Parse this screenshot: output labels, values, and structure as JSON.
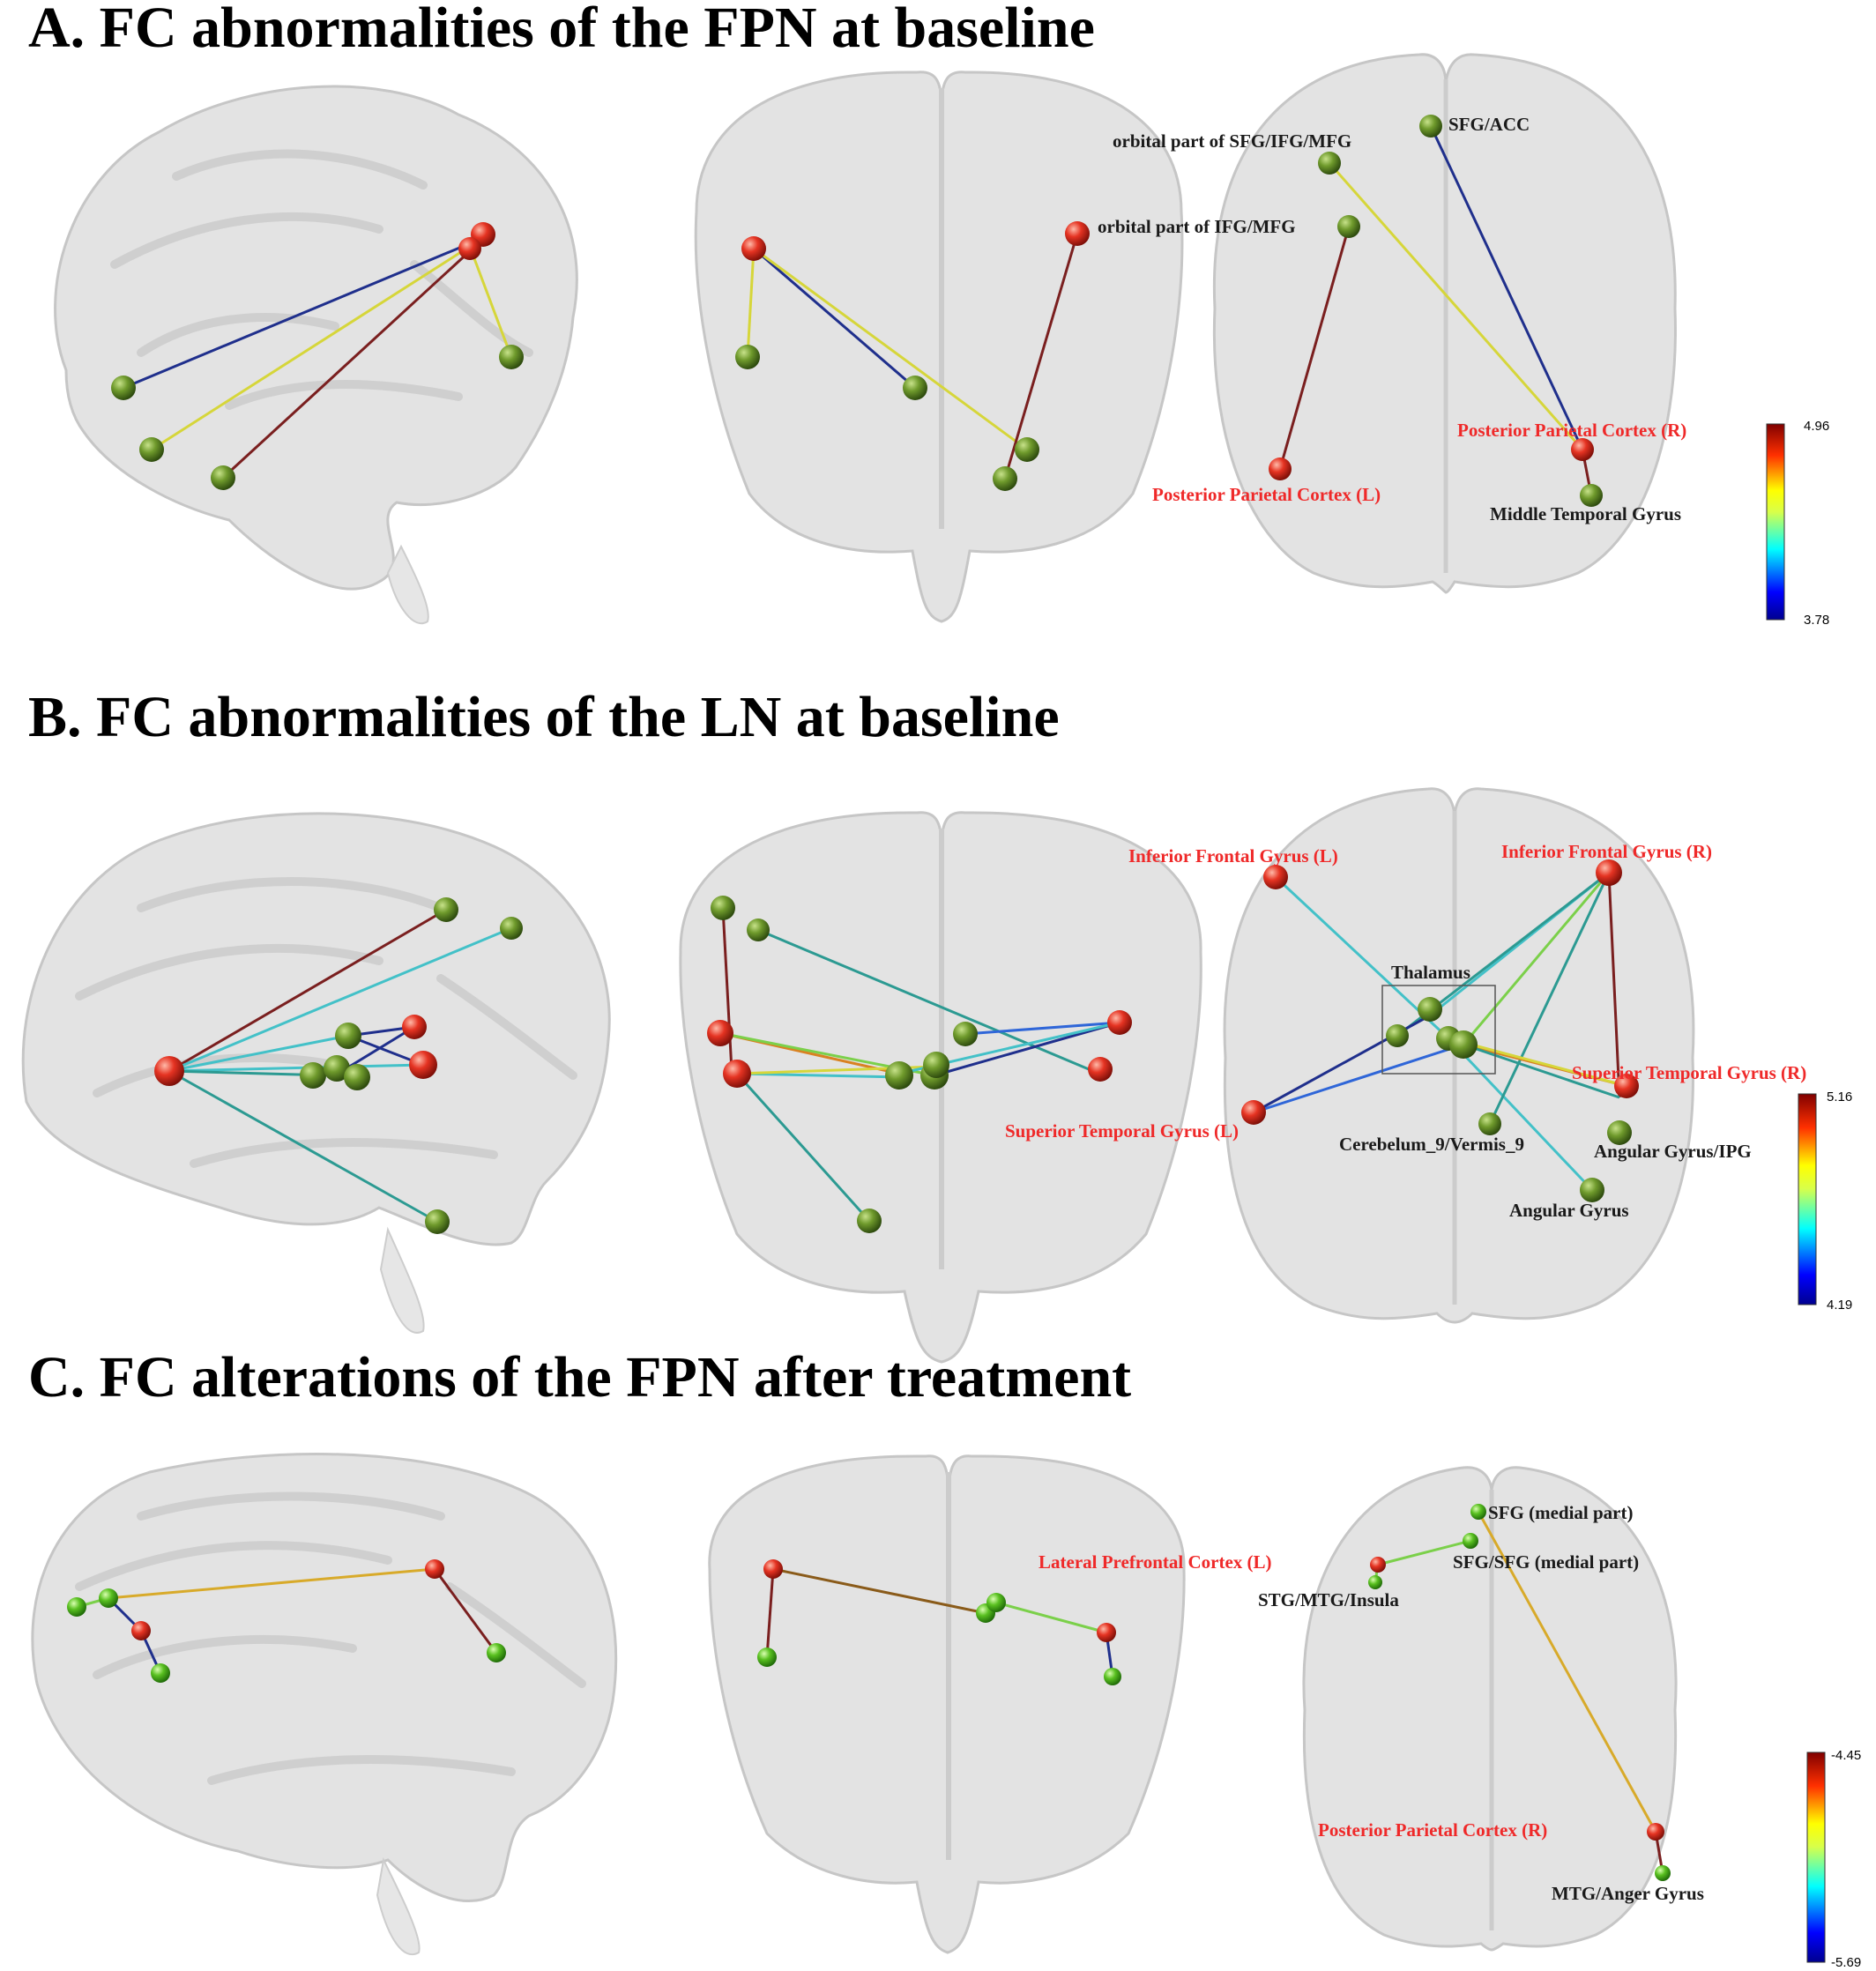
{
  "panels": {
    "a": {
      "title": "A. FC abnormalities of the FPN at baseline"
    },
    "b": {
      "title": "B. FC abnormalities of the LN at baseline"
    },
    "c": {
      "title": "C. FC alterations of the FPN after treatment"
    }
  },
  "labels": {
    "a": {
      "orb_sfg": "orbital part of SFG/IFG/MFG",
      "sfg_acc": "SFG/ACC",
      "orb_ifg": "orbital part of IFG/MFG",
      "ppc_r": "Posterior Parietal Cortex (R)",
      "ppc_l": "Posterior Parietal Cortex (L)",
      "mtg": "Middle Temporal Gyrus"
    },
    "b": {
      "ifg_l": "Inferior Frontal Gyrus (L)",
      "ifg_r": "Inferior Frontal Gyrus (R)",
      "thalamus": "Thalamus",
      "stg_r": "Superior Temporal Gyrus (R)",
      "stg_l": "Superior Temporal Gyrus (L)",
      "cerebelum": "Cerebelum_9/Vermis_9",
      "angular_ipg": "Angular Gyrus/IPG",
      "angular": "Angular Gyrus"
    },
    "c": {
      "sfg_medial": "SFG (medial part)",
      "lpfc_l": "Lateral Prefrontal Cortex (L)",
      "sfg_sfg": "SFG/SFG (medial part)",
      "stg_mtg_insula": "STG/MTG/Insula",
      "ppc_r": "Posterior Parietal Cortex (R)",
      "mtg_anger": "MTG/Anger Gyrus"
    }
  },
  "colorbars": {
    "a": {
      "max": "4.96",
      "min": "3.78"
    },
    "b": {
      "max": "5.16",
      "min": "4.19"
    },
    "c": {
      "max": "-4.45",
      "min": "-5.69"
    }
  },
  "colors": {
    "node_red": "#e53322",
    "node_green": "#6f9a2c",
    "node_green_bright": "#59c020",
    "edge_navy": "#1f2f8c",
    "edge_yellow": "#d6d63a",
    "edge_darkred": "#7a1f1f",
    "edge_cyan": "#43c1c8",
    "edge_teal": "#2c9a92",
    "edge_orange": "#d98222",
    "edge_gold": "#d8aa2a",
    "edge_lime": "#7bd04a",
    "edge_blue": "#2f66d8"
  }
}
